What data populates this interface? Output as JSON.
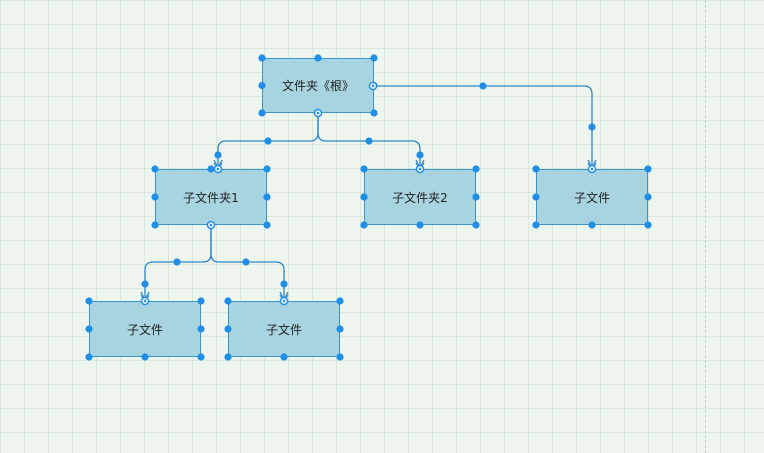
{
  "diagram": {
    "colors": {
      "node_fill": "#a8d3e0",
      "node_border": "#3a95c8",
      "connector": "#2f86c6",
      "handle": "#1f8ee6",
      "grid": "#eef5ee"
    },
    "nodes": [
      {
        "id": "root",
        "label": "文件夹《根》"
      },
      {
        "id": "sub1",
        "label": "子文件夹1"
      },
      {
        "id": "sub2",
        "label": "子文件夹2"
      },
      {
        "id": "file-a",
        "label": "子文件"
      },
      {
        "id": "file-b",
        "label": "子文件"
      },
      {
        "id": "file-c",
        "label": "子文件"
      }
    ],
    "edges": [
      {
        "from": "root",
        "to": "sub1"
      },
      {
        "from": "root",
        "to": "sub2"
      },
      {
        "from": "root",
        "to": "file-a"
      },
      {
        "from": "sub1",
        "to": "file-b"
      },
      {
        "from": "sub1",
        "to": "file-c"
      }
    ]
  }
}
